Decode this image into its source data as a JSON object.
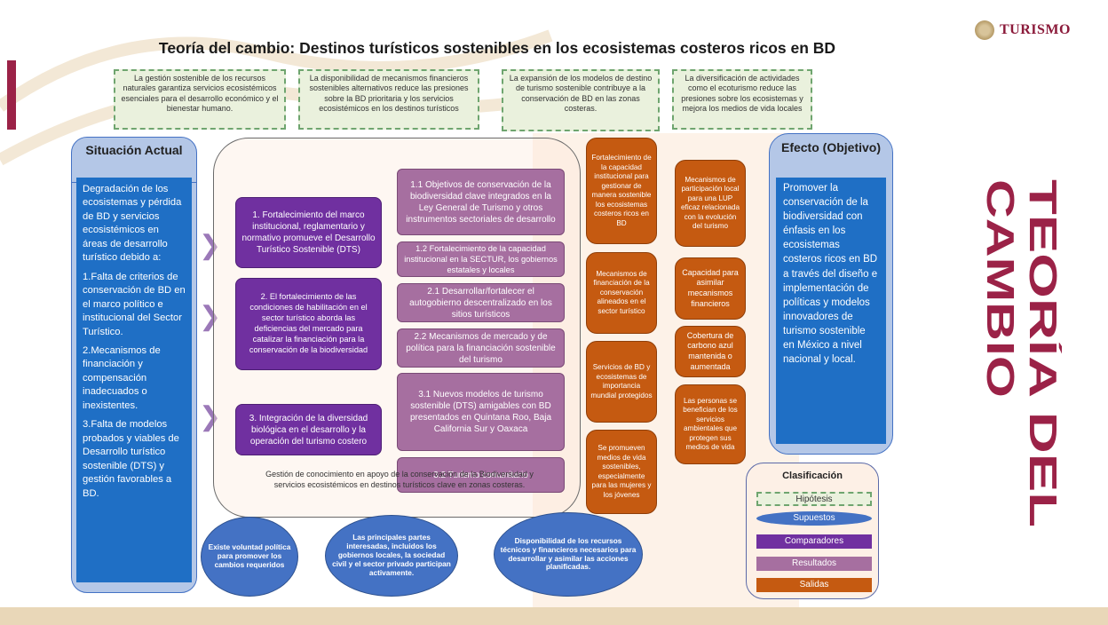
{
  "title": "Teoría del cambio: Destinos turísticos sostenibles en los ecosistemas costeros ricos en BD",
  "logo": {
    "text": "TURISMO"
  },
  "vertical_title": [
    "TEORÍA DEL",
    "CAMBIO"
  ],
  "hypotheses": [
    "La gestión sostenible de los recursos naturales garantiza servicios ecosistémicos esenciales para el desarrollo económico y el bienestar humano.",
    "La disponibilidad de mecanismos financieros sostenibles alternativos reduce las presiones sobre la BD prioritaria y los servicios ecosistémicos en los destinos turísticos",
    "La expansión de los modelos de destino de turismo sostenible contribuye a la conservación de BD en las zonas costeras.",
    "La diversificación de actividades como el ecoturismo reduce las presiones sobre los ecosistemas y mejora los medios de vida locales"
  ],
  "situation": {
    "heading": "Situación Actual",
    "paragraphs": [
      "Degradación de los ecosistemas y pérdida de BD y servicios ecosistémicos en áreas de desarrollo turístico debido a:",
      "1.Falta de criterios de conservación de BD en el marco político e institucional del Sector Turístico.",
      "2.Mecanismos de financiación y compensación inadecuados o inexistentes.",
      "3.Falta de modelos probados y viables de Desarrollo turístico sostenible (DTS) y gestión favorables a BD."
    ]
  },
  "components": [
    "1. Fortalecimiento del marco institucional, reglamentario y normativo promueve el Desarrollo Turístico Sostenible (DTS)",
    "2. El fortalecimiento de las condiciones de habilitación en el sector turístico aborda las deficiencias del mercado para catalizar la financiación para la conservación de la biodiversidad",
    "3. Integración de la diversidad biológica en el desarrollo y la operación del turismo costero"
  ],
  "results": [
    "1.1 Objetivos de conservación de la biodiversidad clave integrados en la Ley General de Turismo y otros instrumentos sectoriales de desarrollo",
    "1.2 Fortalecimiento de la capacidad institucional en la SECTUR, los gobiernos estatales y locales",
    "2.1 Desarrollar/fortalecer el autogobierno descentralizado en los sitios turísticos",
    "2.2 Mecanismos de mercado y de política para la financiación sostenible del turismo",
    "3.1 Nuevos modelos de turismo sostenible (DTS) amigables con BD presentados en Quintana Roo, Baja California Sur y Oaxaca",
    "3.2 Turismo comunitario"
  ],
  "outputs_left": [
    "Fortalecimiento de la capacidad institucional para gestionar de manera sostenible los ecosistemas costeros ricos en BD",
    "Mecanismos de financiación de la conservación alineados en el sector turístico",
    "Servicios de BD y ecosistemas de importancia mundial protegidos",
    "Se promueven medios de vida sostenibles, especialmente para las mujeres y los jóvenes"
  ],
  "outputs_right": [
    "Mecanismos de participación local para una LUP eficaz relacionada con la evolución del turismo",
    "Capacidad para asimilar mecanismos financieros",
    "Cobertura de carbono azul mantenida o aumentada",
    "Las personas se benefician de los servicios ambientales que protegen sus medios de vida"
  ],
  "gestion_text": "Gestión de conocimiento en apoyo de la conservación de la Biodiversidad y servicios ecosistémicos en destinos turísticos clave en zonas costeras.",
  "assumptions": [
    "Existe voluntad política para promover los cambios requeridos",
    "Las principales partes interesadas, incluidos los gobiernos locales, la sociedad civil y el sector privado participan activamente.",
    "Disponibilidad de los recursos técnicos y financieros necesarios para desarrollar y asimilar las acciones planificadas."
  ],
  "effect": {
    "heading": "Efecto (Objetivo)",
    "text": "Promover la conservación de la biodiversidad con énfasis en los ecosistemas costeros ricos en BD a través del diseño e implementación de políticas y modelos innovadores de turismo sostenible en México a nivel nacional y local."
  },
  "classification": {
    "title": "Clasificación",
    "items": [
      "Hipótesis",
      "Supuestos",
      "Comparadores",
      "Resultados",
      "Salidas"
    ]
  },
  "colors": {
    "hypothesis_fill": "#eaf1dd",
    "component": "#7030a0",
    "result": "#a66fa0",
    "output": "#c55a11",
    "assumption": "#4472c4",
    "effect_body": "#1f6fc5",
    "title_maroon": "#9b2247"
  }
}
